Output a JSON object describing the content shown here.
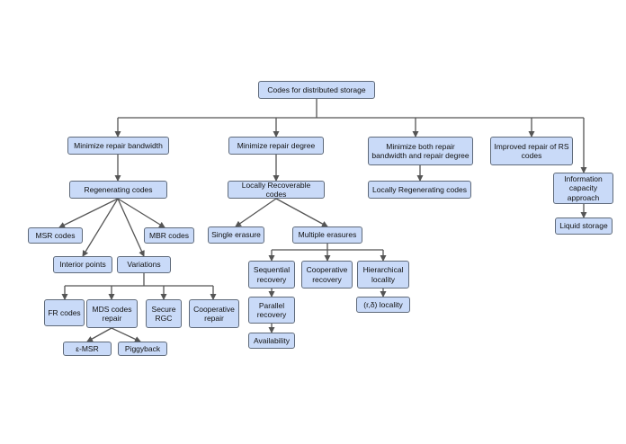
{
  "nodes": {
    "root": "Codes for distributed storage",
    "min_bw": "Minimize repair bandwidth",
    "min_deg": "Minimize repair degree",
    "min_both": "Minimize both repair\nbandwidth and repair degree",
    "improved_rs": "Improved repair of RS\ncodes",
    "info_cap": "Information\ncapacity\napproach",
    "regen": "Regenerating codes",
    "lrc": "Locally Recoverable codes",
    "local_regen": "Locally Regenerating  codes",
    "liquid": "Liquid storage",
    "msr": "MSR  codes",
    "mbr": "MBR  codes",
    "interior": "Interior points",
    "variations": "Variations",
    "single": "Single erasure",
    "multiple": "Multiple erasures",
    "sequential": "Sequential\nrecovery",
    "cooperative_rec": "Cooperative\nrecovery",
    "hierarchical": "Hierarchical\nlocality",
    "parallel": "Parallel\nrecovery",
    "availability": "Availability",
    "r_delta": "(r,δ) locality",
    "fr": "FR codes",
    "mds_repair": "MDS codes\nrepair",
    "secure_rgc": "Secure\nRGC",
    "coop_repair": "Cooperative\nrepair",
    "eps_msr": "ε-MSR",
    "piggyback": "Piggyback"
  },
  "colors": {
    "node_fill": "#c9daf8",
    "node_border": "#5f6a7a",
    "edge": "#555555"
  }
}
